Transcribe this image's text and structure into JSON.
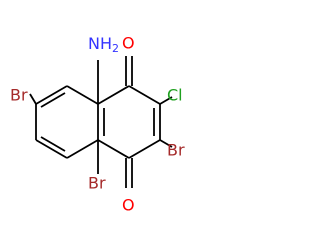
{
  "atoms": {
    "nh2": {
      "text": "NH",
      "subscript": "2",
      "color": "#3333ff"
    },
    "o_top": {
      "text": "O",
      "color": "#ff0000"
    },
    "o_bottom": {
      "text": "O",
      "color": "#ff0000"
    },
    "cl": {
      "text": "Cl",
      "color": "#1fa01f"
    },
    "br_left": {
      "text": "Br",
      "color": "#a52a2a"
    },
    "br_right": {
      "text": "Br",
      "color": "#a52a2a"
    },
    "br_bottom": {
      "text": "Br",
      "color": "#a52a2a"
    }
  }
}
